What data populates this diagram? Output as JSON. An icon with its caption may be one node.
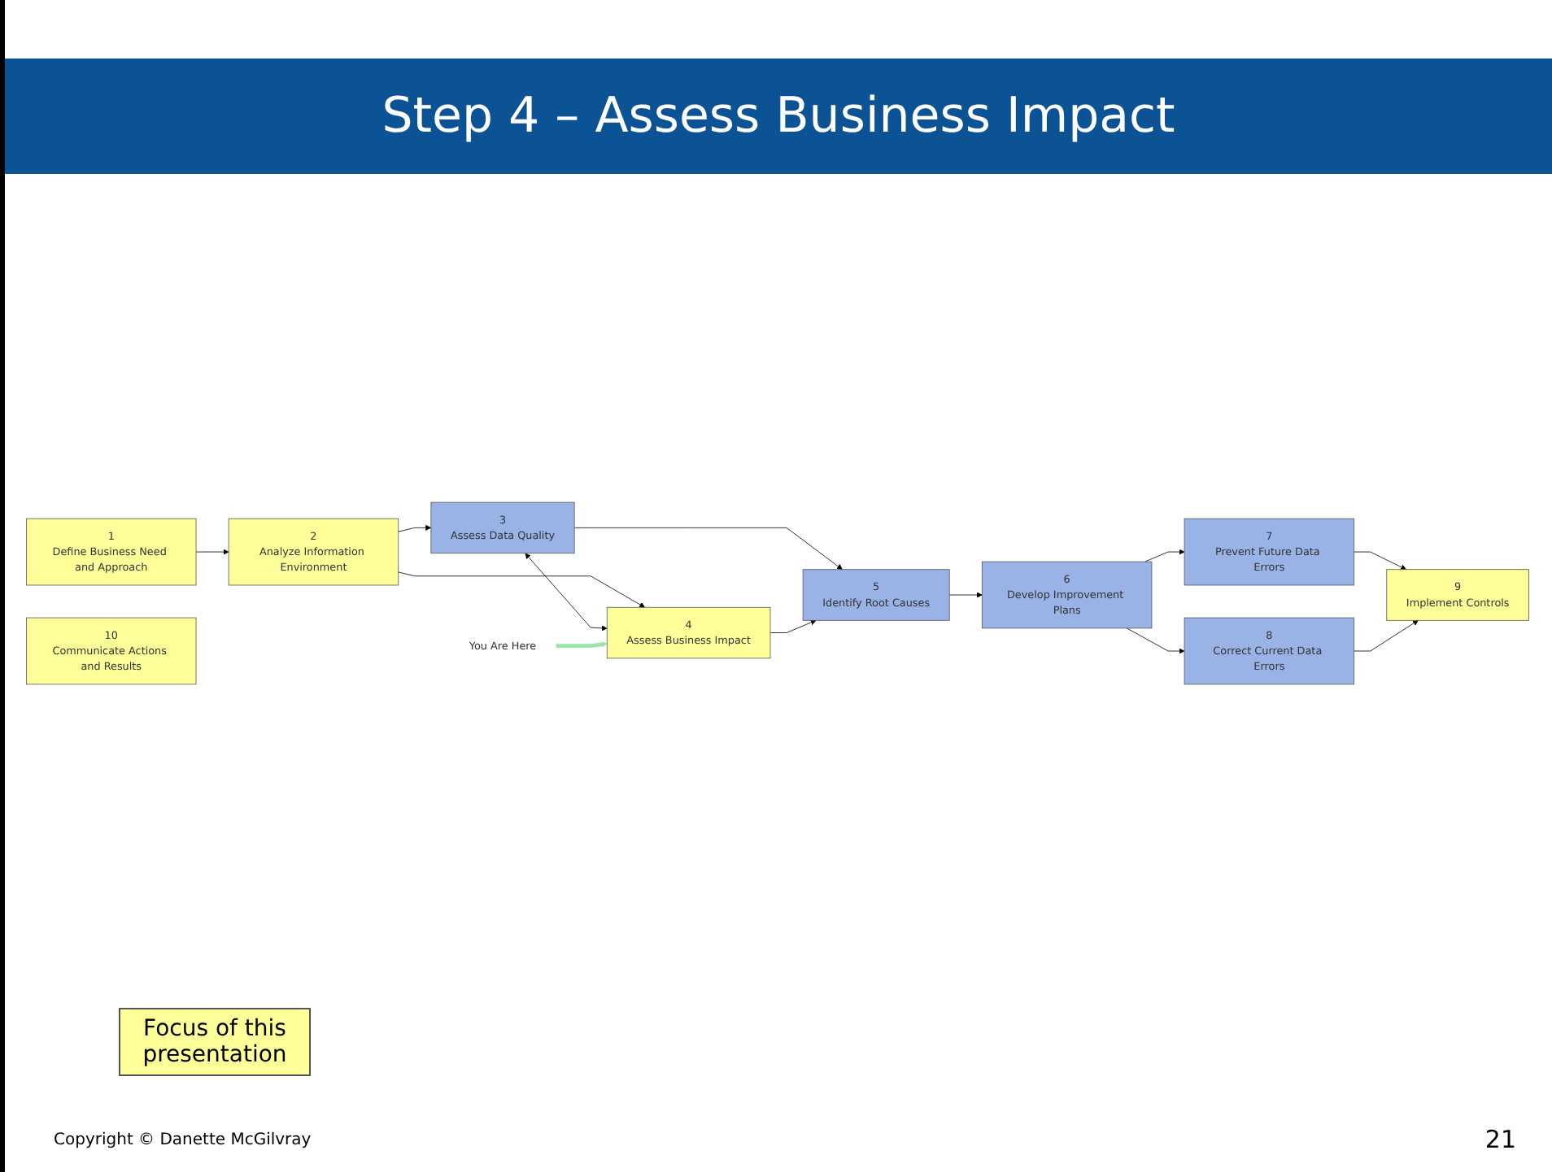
{
  "diagram": {
    "title": "Step 4 – Assess Business Impact",
    "nodes": [
      {
        "text": [
          "1",
          "Define Business Need and Approach"
        ]
      },
      {
        "text": [
          "2",
          "Analyze Information Environment"
        ]
      },
      {
        "text": [
          "3",
          "Assess Data Quality"
        ]
      },
      {
        "text": [
          "4",
          "Assess Business Impact"
        ]
      },
      {
        "text": [
          "5",
          "Identify Root Causes"
        ]
      },
      {
        "text": [
          "6",
          "Develop Improvement Plans"
        ]
      },
      {
        "text": [
          "7",
          "Prevent Future Data Errors"
        ]
      },
      {
        "text": [
          "8",
          "Correct Current Data Errors"
        ]
      },
      {
        "text": [
          "9",
          "Implement Controls"
        ]
      },
      {
        "text": [
          "You Are Here"
        ]
      },
      {
        "text": [
          "10",
          "Communicate Actions and Results"
        ]
      }
    ],
    "edges": [
      {
        "from": 0,
        "to": 1,
        "arrow": "to"
      },
      {
        "from": 1,
        "to": 2,
        "arrow": "to"
      },
      {
        "from": 1,
        "to": 3,
        "arrow": "to"
      },
      {
        "from": 2,
        "to": 3,
        "arrow": "both"
      },
      {
        "from": 2,
        "to": 4,
        "arrow": "to"
      },
      {
        "from": 3,
        "to": 4,
        "arrow": "to"
      },
      {
        "from": 4,
        "to": 5,
        "arrow": "to"
      },
      {
        "from": 5,
        "to": 6,
        "arrow": "to"
      },
      {
        "from": 5,
        "to": 7,
        "arrow": "to"
      },
      {
        "from": 6,
        "to": 8,
        "arrow": "to"
      },
      {
        "from": 7,
        "to": 8,
        "arrow": "to"
      },
      {
        "from": 9,
        "to": 3,
        "arrow": "to",
        "style": "thick",
        "color": "#99e6a8"
      }
    ],
    "labels": [
      "Copyright © Danette McGilvray",
      "21"
    ],
    "legend": [
      {
        "text": "Focus of this presentation",
        "color": "#ffff99"
      }
    ]
  }
}
